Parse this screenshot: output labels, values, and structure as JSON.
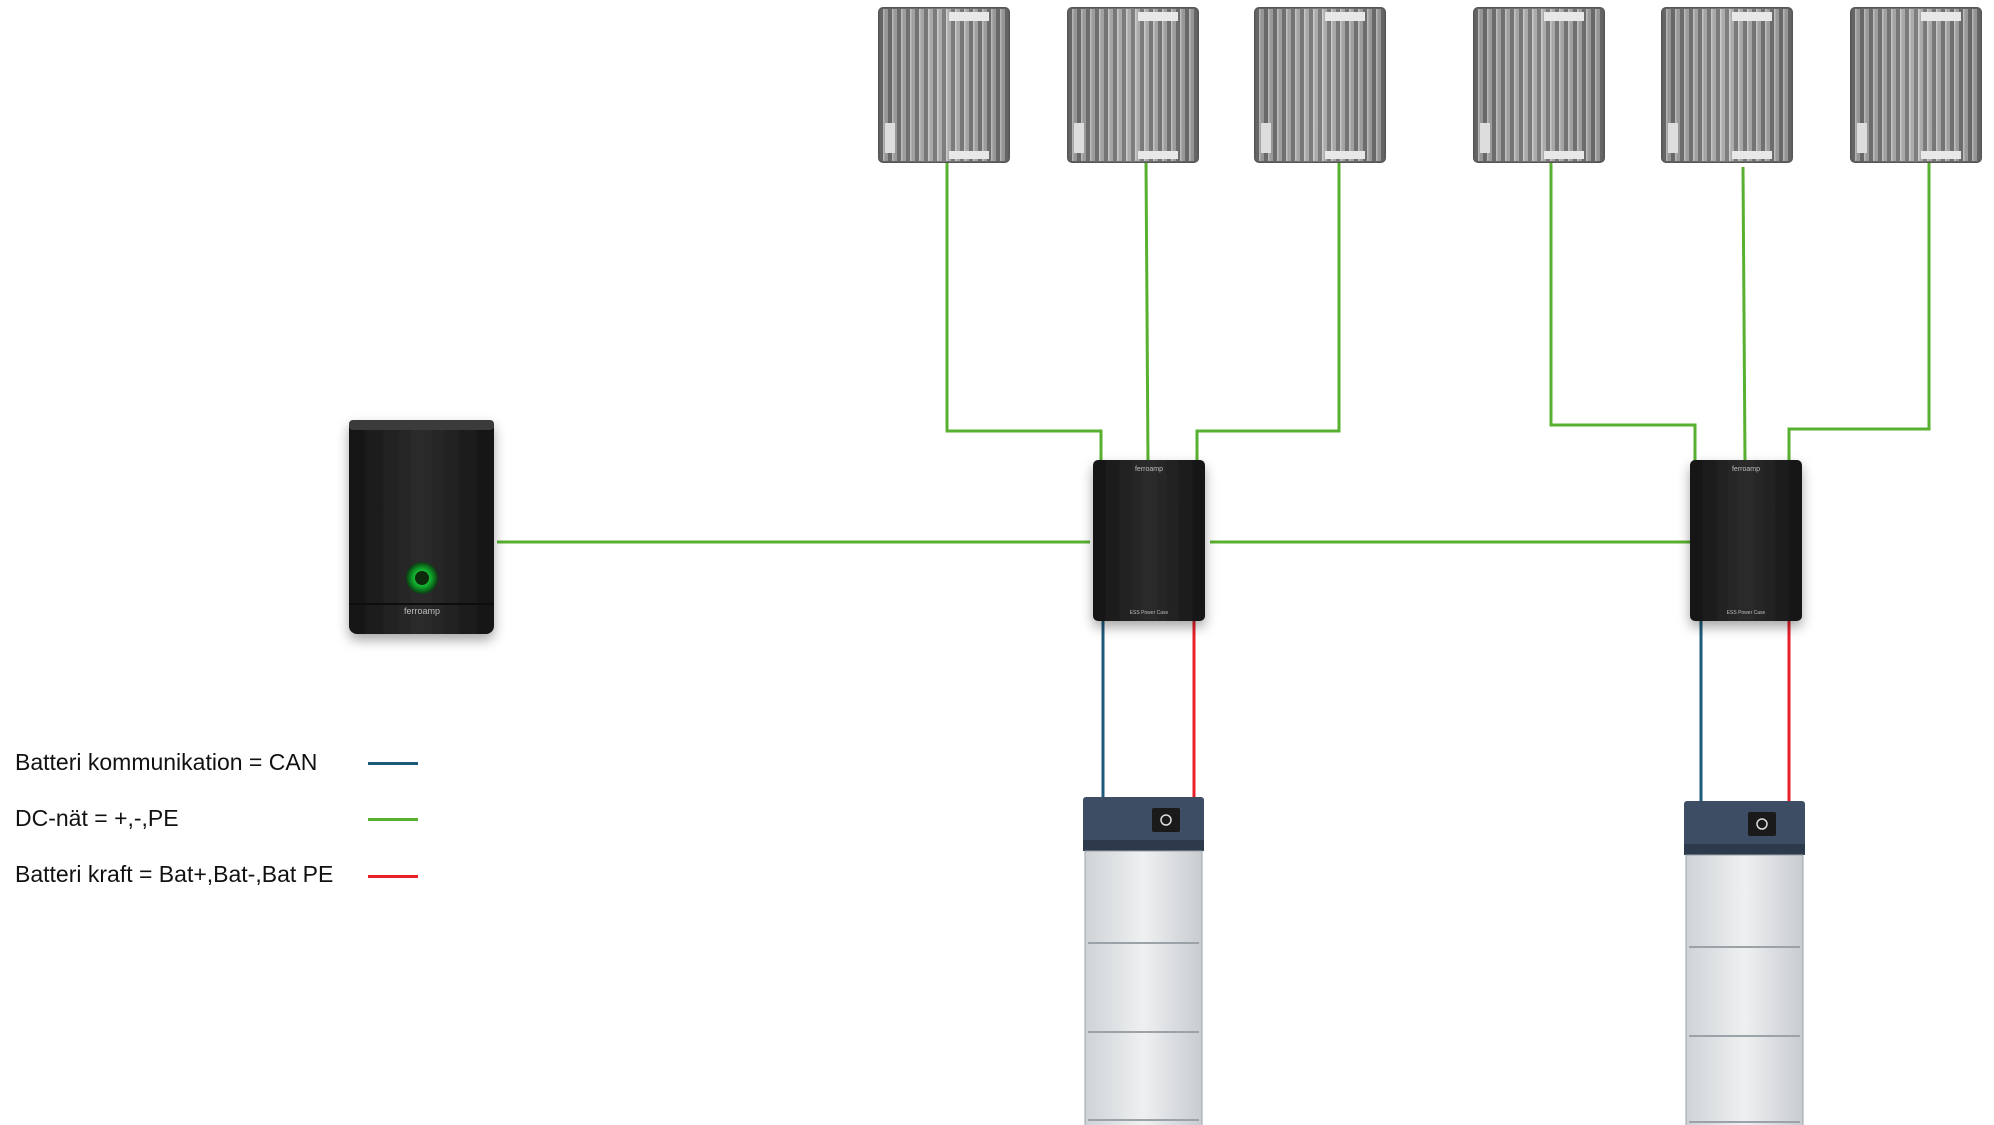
{
  "legend": [
    {
      "label": "Batteri kommunikation = CAN",
      "color": "#1c5a7a"
    },
    {
      "label": "DC-nät = +,-,PE",
      "color": "#58b030"
    },
    {
      "label": "Batteri kraft = Bat+,Bat-,Bat PE",
      "color": "#e8202a"
    }
  ],
  "brand": "ferroamp",
  "power_case_label": "ESS Power Case",
  "colors": {
    "dc": "#58b030",
    "can": "#1c5a7a",
    "power": "#e8202a",
    "device_dark": "#1e1e1e",
    "heatsink": "#8a8a8a"
  }
}
